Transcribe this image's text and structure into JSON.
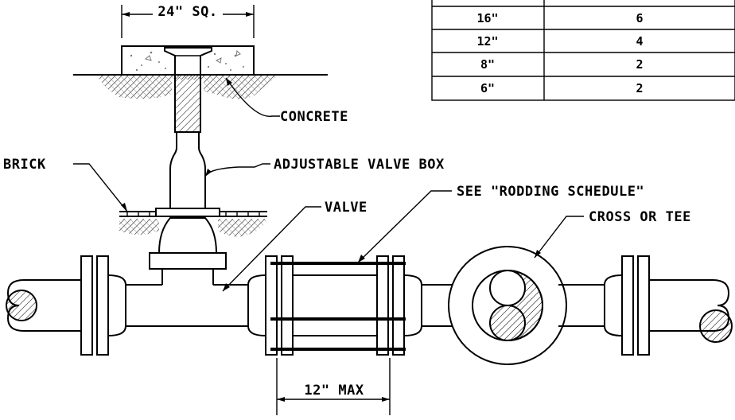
{
  "dimensions": {
    "top_width": "24\" SQ.",
    "coupling_length": "12\" MAX"
  },
  "callouts": {
    "concrete": "CONCRETE",
    "brick": "BRICK",
    "valve_box": "ADJUSTABLE VALVE BOX",
    "valve": "VALVE",
    "rodding": "SEE \"RODDING SCHEDULE\"",
    "cross_tee": "CROSS OR TEE"
  },
  "schedule": {
    "rows": [
      {
        "size": "16\"",
        "count": "6"
      },
      {
        "size": "12\"",
        "count": "4"
      },
      {
        "size": "8\"",
        "count": "2"
      },
      {
        "size": "6\"",
        "count": "2"
      }
    ]
  }
}
